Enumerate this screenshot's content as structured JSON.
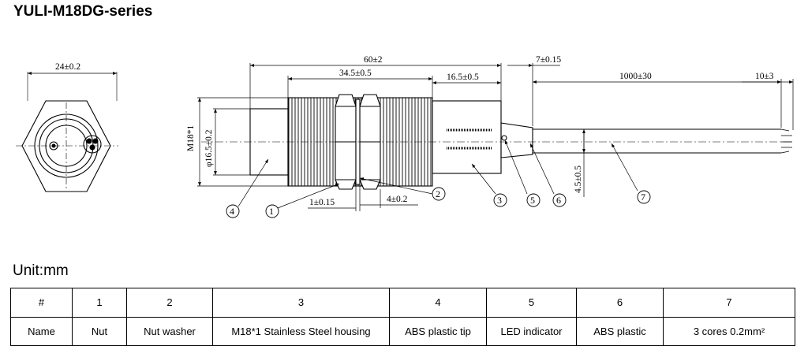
{
  "title": "YULI-M18DG-series",
  "dimensions": {
    "front_width": "24±0.2",
    "overall_length": "60±2",
    "thread_length": "34.5±0.5",
    "tail_length": "16.5±0.5",
    "cable_gland": "7±0.15",
    "cable_length": "1000±30",
    "wire_strip": "10±3",
    "thread_spec": "M18*1",
    "tip_diameter": "φ16.5±0.2",
    "washer_thickness": "1±0.15",
    "nut_thickness": "4±0.2",
    "cable_diameter": "4.5±0.5"
  },
  "balloons": [
    "1",
    "2",
    "3",
    "4",
    "5",
    "6",
    "7"
  ],
  "unit_label": "Unit:mm",
  "table": {
    "header": [
      "#",
      "1",
      "2",
      "3",
      "4",
      "5",
      "6",
      "7"
    ],
    "row": [
      "Name",
      "Nut",
      "Nut washer",
      "M18*1 Stainless Steel housing",
      "ABS plastic tip",
      "LED indicator",
      "ABS plastic",
      "3 cores 0.2mm²"
    ]
  }
}
